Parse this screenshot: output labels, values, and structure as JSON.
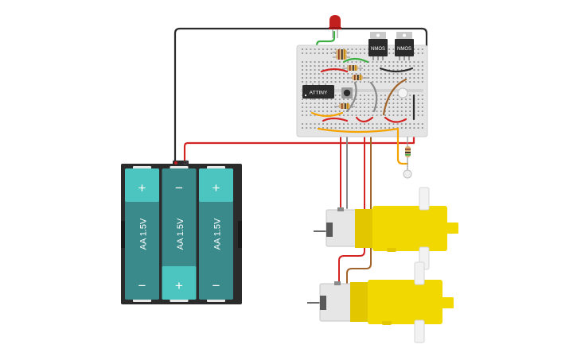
{
  "canvas": {
    "background": "#ffffff"
  },
  "battery_pack": {
    "cells": [
      {
        "label": "AA 1.5V",
        "top_terminal": "+",
        "bottom_terminal": "−"
      },
      {
        "label": "AA 1.5V",
        "top_terminal": "−",
        "bottom_terminal": "+"
      },
      {
        "label": "AA 1.5V",
        "top_terminal": "+",
        "bottom_terminal": "−"
      }
    ],
    "cell_color": "#3a8a8c",
    "cap_color": "#4cc4c0",
    "case_color": "#2b2b2b"
  },
  "breadboard": {
    "chip_label": "ATTINY",
    "mosfets": [
      {
        "label": "NMOS"
      },
      {
        "label": "NMOS"
      }
    ],
    "board_color": "#e4e4e4"
  },
  "components": {
    "led": "red-led",
    "light_sensor": "photoresistor",
    "button": "push-button",
    "motors": [
      "dc-gear-motor",
      "dc-gear-motor"
    ],
    "motor_body_color": "#f0d800"
  },
  "wire_colors": {
    "power": "#d42323",
    "ground": "#2b2b2b",
    "signal_green": "#3cb043",
    "signal_orange": "#f5a300",
    "signal_brown": "#a0642c",
    "signal_grey": "#8a8a8a"
  }
}
